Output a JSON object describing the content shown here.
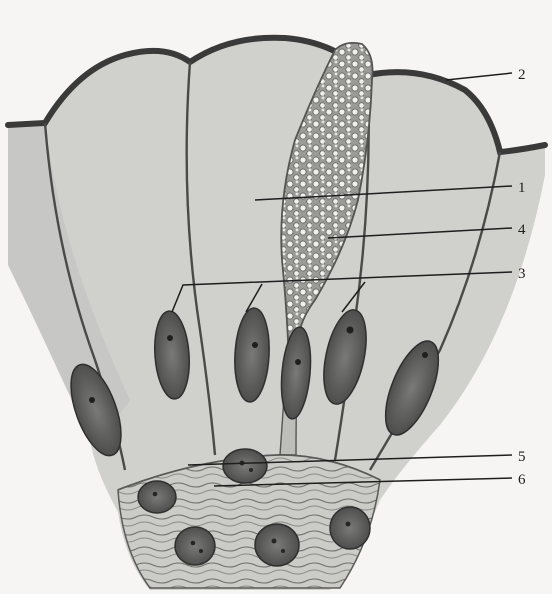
{
  "figure": {
    "colors": {
      "paper": "#f6f5f3",
      "cell": "#d0d0cd",
      "outline": "#3c3c3c",
      "cuticle": "#3a3a3a",
      "nucleus": "#5b5b5b",
      "granule": "#f2f2f0",
      "connective": "#c4c4c0"
    },
    "labels": {
      "l1": "1",
      "l2": "2",
      "l3": "3",
      "l4": "4",
      "l5": "5",
      "l6": "6"
    }
  }
}
